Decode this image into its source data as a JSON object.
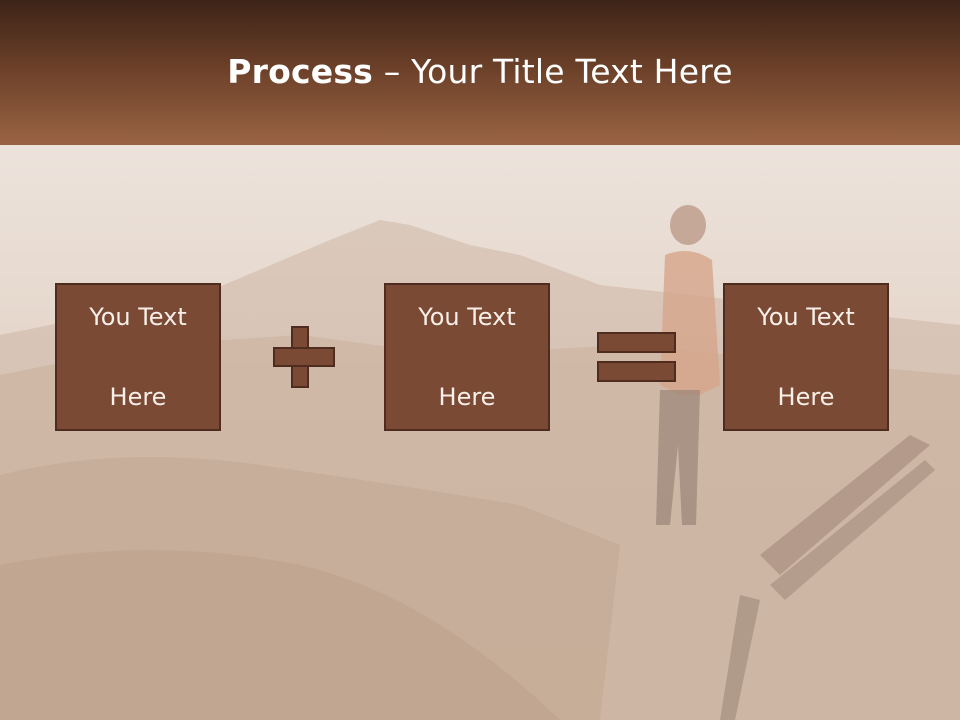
{
  "slide": {
    "title_bold": "Process",
    "title_rest": " – Your Title Text Here"
  },
  "boxes": [
    {
      "line1": "You Text",
      "line2": "Here"
    },
    {
      "line1": "You Text",
      "line2": "Here"
    },
    {
      "line1": "You Text",
      "line2": "Here"
    }
  ],
  "colors": {
    "header_dark": "#3d2418",
    "header_light": "#9a6444",
    "box_fill": "#7a4a35",
    "box_border": "#4e2c1f",
    "box_text": "#f8efe8",
    "title_text": "#ffffff"
  },
  "icons": {
    "plus": "plus-icon",
    "equals": "equals-icon"
  }
}
